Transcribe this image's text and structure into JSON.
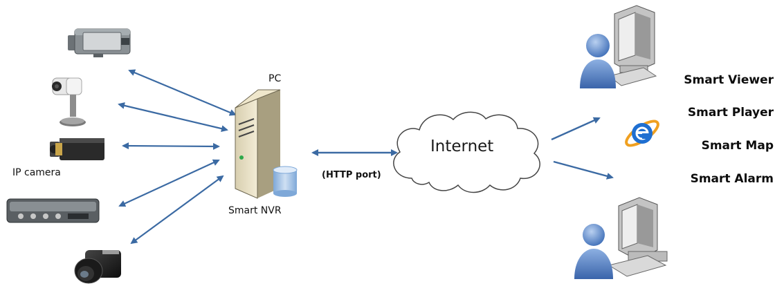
{
  "labels": {
    "pc": "PC",
    "ip_camera": "IP camera",
    "smart_nvr": "Smart NVR",
    "http_port": "(HTTP port)",
    "internet": "Internet"
  },
  "clients": {
    "items": [
      {
        "label": "Smart Viewer"
      },
      {
        "label": "Smart Player"
      },
      {
        "label": "Smart Map"
      },
      {
        "label": "Smart Alarm"
      }
    ]
  },
  "icons": {
    "box_camera": "box-camera-icon",
    "dome_camera": "dome-camera-icon",
    "bullet_camera": "bullet-camera-icon",
    "video_server": "video-server-icon",
    "lens_camera": "lens-camera-icon",
    "server": "server-icon",
    "cloud": "cloud-icon",
    "internet_explorer": "internet-explorer-icon",
    "user_workstation": "user-workstation-icon"
  },
  "colors": {
    "arrow": "#3b6aa3",
    "server_body": "#e6dcc0",
    "cloud_stroke": "#444444",
    "user_blue": "#5a86c9",
    "ie_blue": "#1f6fd1",
    "ie_orange": "#f0a020"
  }
}
